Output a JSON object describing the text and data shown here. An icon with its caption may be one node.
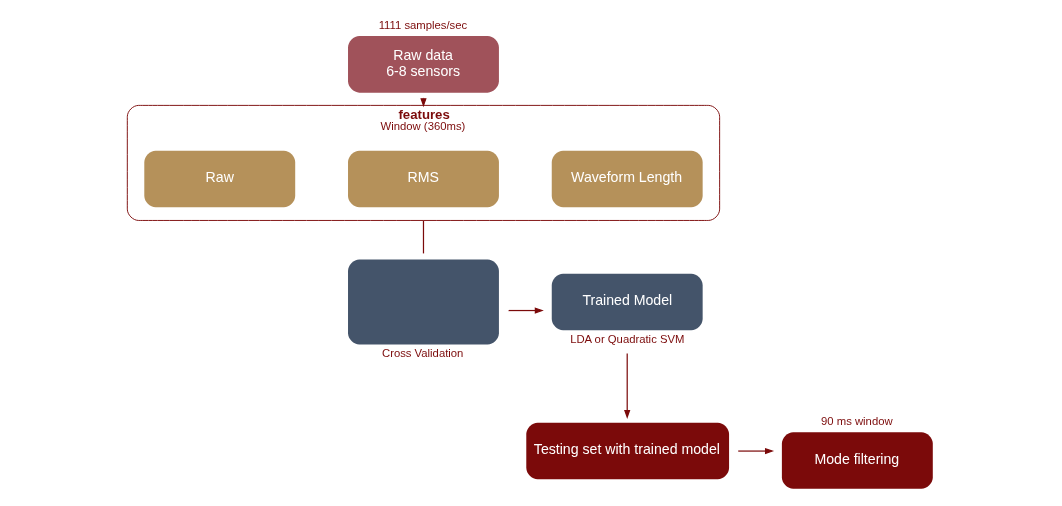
{
  "diagram": {
    "nodes": [
      {
        "text": [
          "Raw data",
          "6-8 sensors"
        ],
        "beside": [
          "1111 samples/sec"
        ]
      },
      {
        "text": [
          "features",
          "Window (360ms)"
        ]
      },
      {
        "text": [
          "Raw"
        ],
        "in": 1
      },
      {
        "text": [
          "RMS"
        ],
        "in": 1
      },
      {
        "text": [
          "Waveform Length"
        ],
        "in": 1
      },
      {
        "text": [],
        "shape": "box",
        "beside": [
          "Cross Validation"
        ]
      },
      {
        "text": [
          "Trained Model"
        ],
        "beside": [
          "LDA or Quadratic SVM"
        ]
      },
      {
        "text": [
          "Testing set with trained model"
        ]
      },
      {
        "text": [
          "Mode filtering"
        ],
        "beside": [
          "90 ms window"
        ]
      }
    ],
    "edges": [
      {
        "from": 0,
        "to": 1,
        "arrow": "to"
      },
      {
        "from": 1,
        "to": 5,
        "arrow": "none"
      },
      {
        "from": 5,
        "to": 6,
        "arrow": "to"
      },
      {
        "from": 6,
        "to": 7,
        "arrow": "to"
      },
      {
        "from": 7,
        "to": 8,
        "arrow": "to"
      }
    ]
  }
}
